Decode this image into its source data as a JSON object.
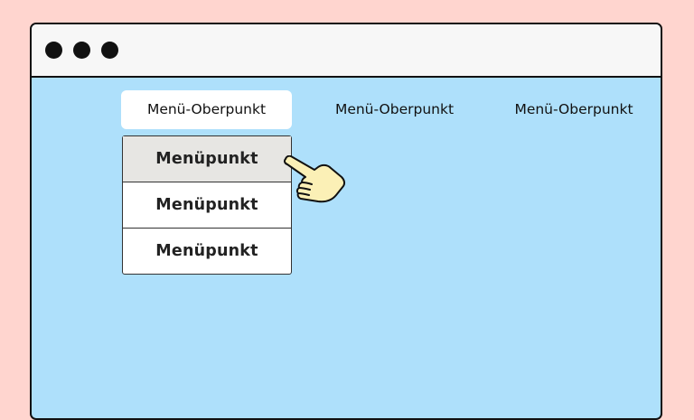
{
  "window": {
    "title_dots": [
      "close",
      "minimize",
      "maximize"
    ]
  },
  "nav": {
    "items": [
      {
        "label": "Menü-Oberpunkt",
        "active": true
      },
      {
        "label": "Menü-Oberpunkt",
        "active": false
      },
      {
        "label": "Menü-Oberpunkt",
        "active": false
      }
    ]
  },
  "dropdown": {
    "items": [
      {
        "label": "Menüpunkt",
        "hovered": true
      },
      {
        "label": "Menüpunkt",
        "hovered": false
      },
      {
        "label": "Menüpunkt",
        "hovered": false
      }
    ]
  },
  "cursor": {
    "icon": "pointing-hand-icon"
  },
  "colors": {
    "page_background": "#ffd5cf",
    "content_background": "#aee0fb",
    "titlebar_background": "#f7f7f7",
    "hover_item_background": "#e7e6e3",
    "cursor_fill": "#fbf0b6"
  }
}
